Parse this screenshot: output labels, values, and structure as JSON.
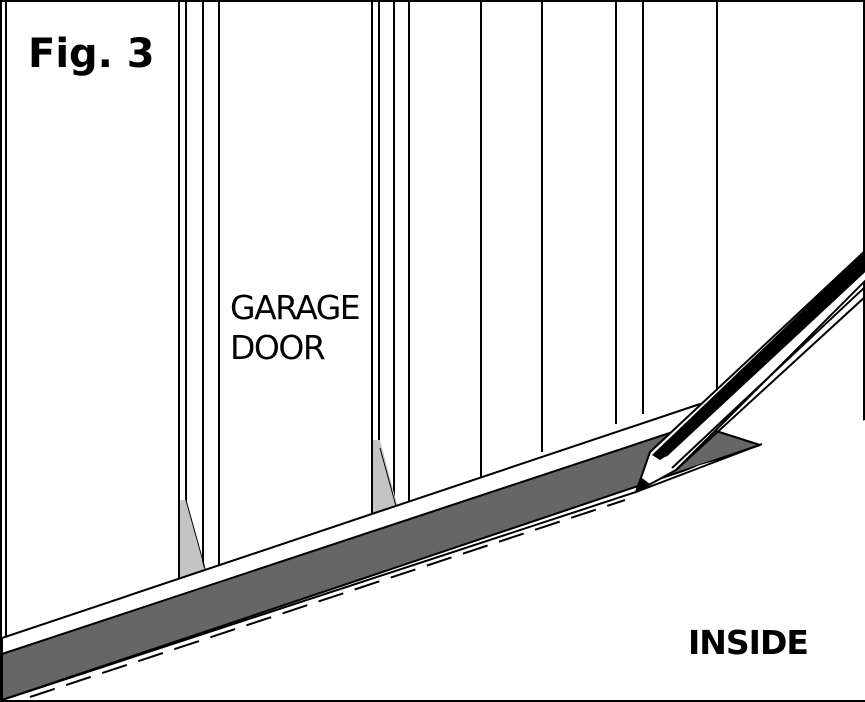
{
  "figure": {
    "title": "Fig. 3",
    "door_label_line1": "GARAGE",
    "door_label_line2": "DOOR",
    "side_label": "INSIDE"
  },
  "colors": {
    "line": "#000000",
    "background": "#ffffff",
    "seal_fill": "#666666",
    "shadow_fill": "#c4c4c4"
  }
}
